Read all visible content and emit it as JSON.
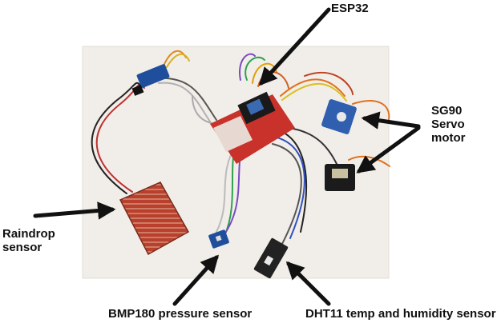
{
  "labels": {
    "esp32": "ESP32",
    "sg90": [
      "SG90",
      "Servo",
      "motor"
    ],
    "raindrop": [
      "Raindrop",
      "sensor"
    ],
    "bmp180": "BMP180 pressure sensor",
    "dht11": "DHT11 temp and humidity sensor"
  },
  "colors": {
    "board_background": "#f1eee9",
    "pcb_red": "#c8322a",
    "rain_sensor_red": "#b8402c",
    "module_blue": "#1f4f9c",
    "servo_blue": "#2f5fae",
    "servo_black": "#1b1b1b",
    "dht_black": "#222222",
    "arrow": "#111111"
  }
}
